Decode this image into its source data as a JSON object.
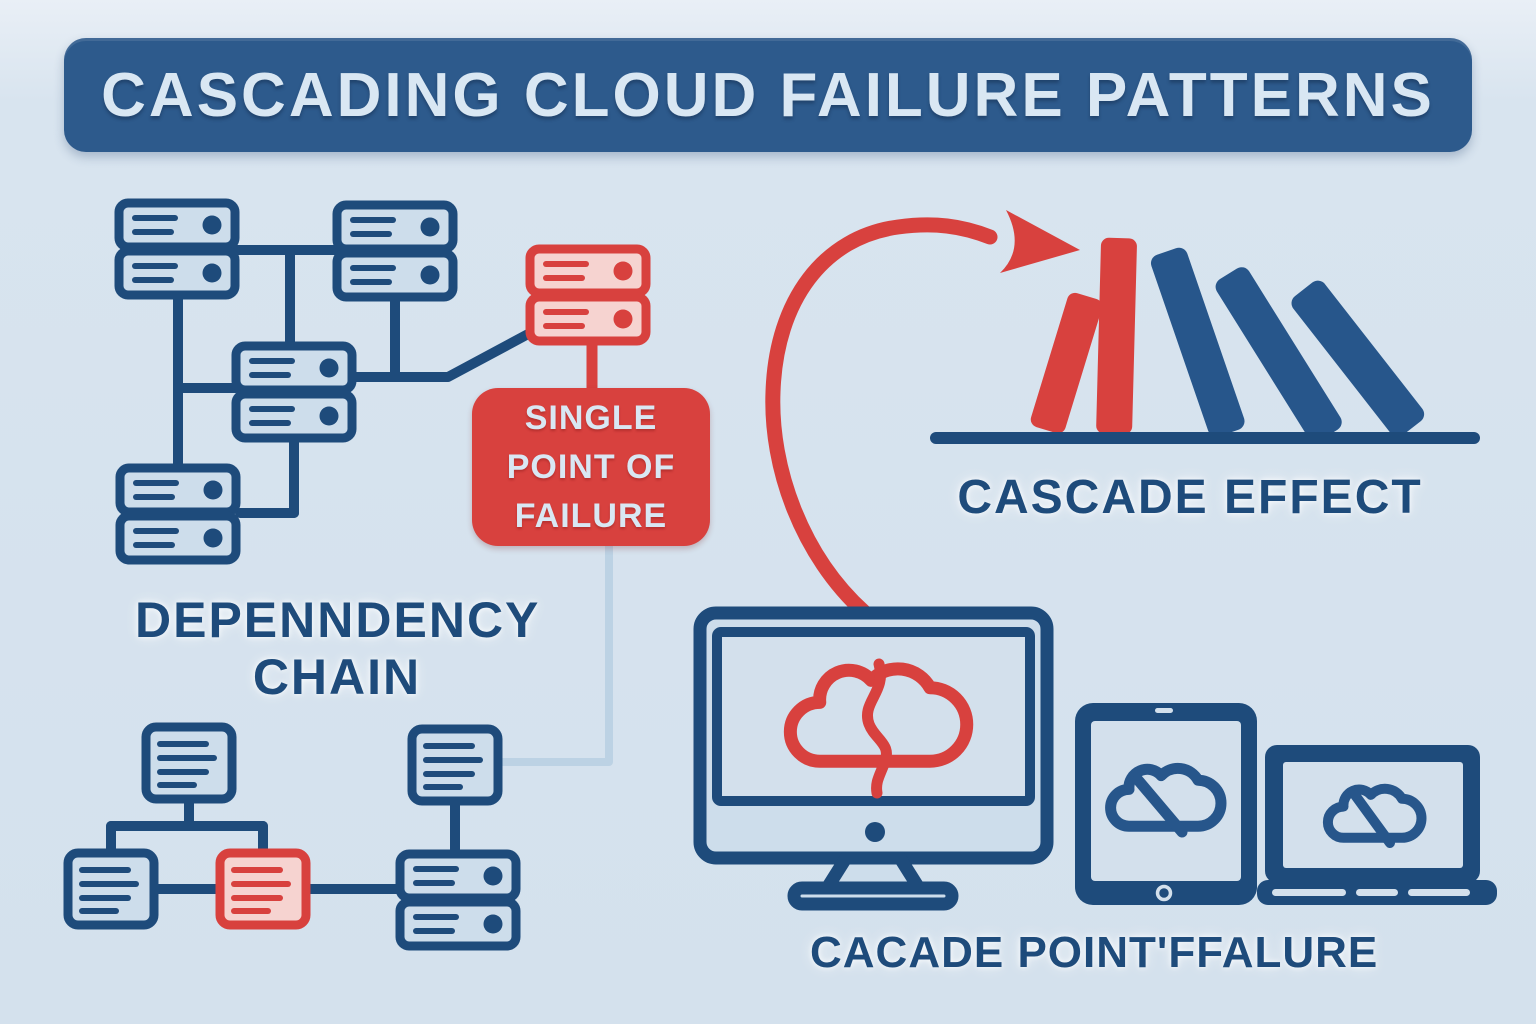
{
  "title": "CASCADING CLOUD FAILURE PATTERNS",
  "colors": {
    "background": "#d8e4ef",
    "navy": "#1e4b7b",
    "navy_bright": "#27568b",
    "banner": "#2d5a8c",
    "red": "#d8413e",
    "red_light": "#f6d3d0",
    "panel": "#cdddeb",
    "screen": "#d3e0ec",
    "light_text": "#d9e7f3",
    "faint": "#bcd2e4"
  },
  "dependency_chain": {
    "label": [
      "DEPENNDENCY",
      "CHAIN"
    ],
    "healthy_server_stacks": 4,
    "failed_server_stacks": 1
  },
  "spof": {
    "lines": [
      "SINGLE",
      "POINT OF",
      "FAILURE"
    ]
  },
  "cascade": {
    "label": "CASCADE EFFECT",
    "red_dominoes": 2,
    "blue_dominoes": 3
  },
  "failure_tree": {
    "healthy_nodes": 3,
    "failed_nodes": 1,
    "server_stacks": 1
  },
  "devices": {
    "label": "CACADE POINT'FFALURE",
    "items": [
      "monitor",
      "tablet",
      "laptop"
    ]
  },
  "icons": [
    "server-stack-icon",
    "failed-server-icon",
    "node-box-icon",
    "failed-node-icon",
    "cascade-arrow-icon",
    "domino-icon",
    "monitor-icon",
    "broken-cloud-icon",
    "tablet-icon",
    "laptop-icon"
  ]
}
